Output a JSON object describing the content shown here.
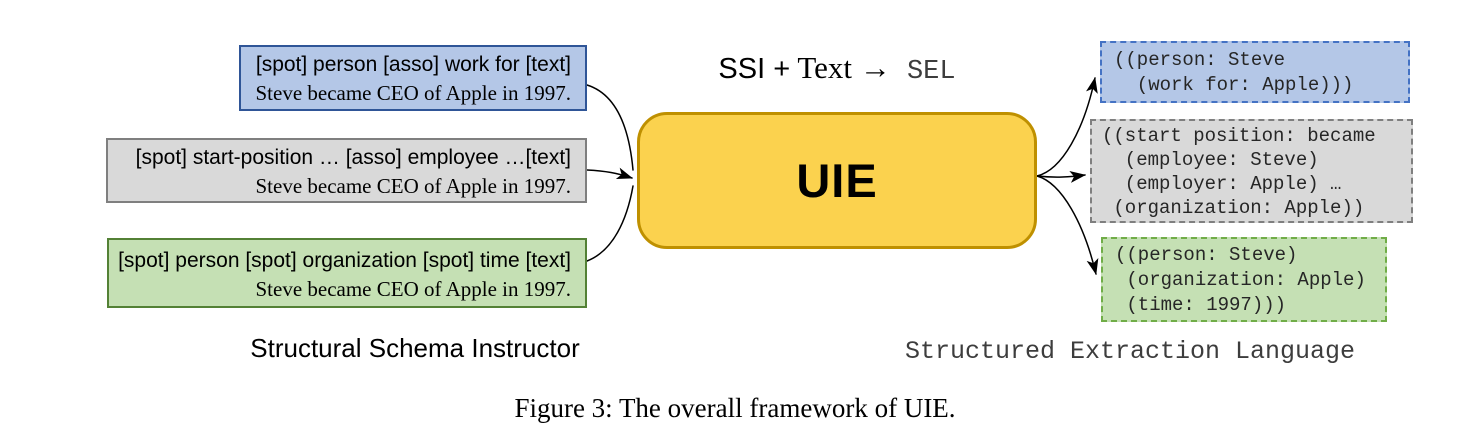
{
  "formula": {
    "ssi": "SSI",
    "plus": "+",
    "text": "Text",
    "arrow": "→",
    "sel": "SEL"
  },
  "uie": {
    "label": "UIE"
  },
  "labels": {
    "left": "Structural Schema Instructor",
    "right": "Structured Extraction Language",
    "caption": "Figure 3: The overall framework of UIE."
  },
  "colors": {
    "blue_fill": "#b4c7e7",
    "blue_border": "#2f5597",
    "blue_dashed_border": "#4472c4",
    "gray_fill": "#d9d9d9",
    "gray_border": "#7f7f7f",
    "green_fill": "#c5e0b4",
    "green_border": "#538135",
    "green_dashed_border": "#70ad47",
    "uie_fill": "#fbd24e",
    "uie_border": "#bf9000"
  },
  "ssi_boxes": [
    {
      "type": "relation",
      "schema": "[spot] person [asso] work for [text]",
      "sentence": "Steve became CEO of Apple in 1997."
    },
    {
      "type": "event",
      "schema": "[spot] start-position … [asso] employee …[text]",
      "sentence": "Steve became CEO of Apple in 1997."
    },
    {
      "type": "entity",
      "schema": "[spot] person [spot] organization [spot] time [text]",
      "sentence": "Steve became CEO of Apple in 1997."
    }
  ],
  "sel_boxes": [
    {
      "type": "relation",
      "lines": [
        "((person: Steve",
        "  (work for: Apple)))"
      ]
    },
    {
      "type": "event",
      "lines": [
        "((start position: became",
        "  (employee: Steve)",
        "  (employer: Apple) …",
        " (organization: Apple))"
      ]
    },
    {
      "type": "entity",
      "lines": [
        "((person: Steve)",
        " (organization: Apple)",
        " (time: 1997)))"
      ]
    }
  ]
}
